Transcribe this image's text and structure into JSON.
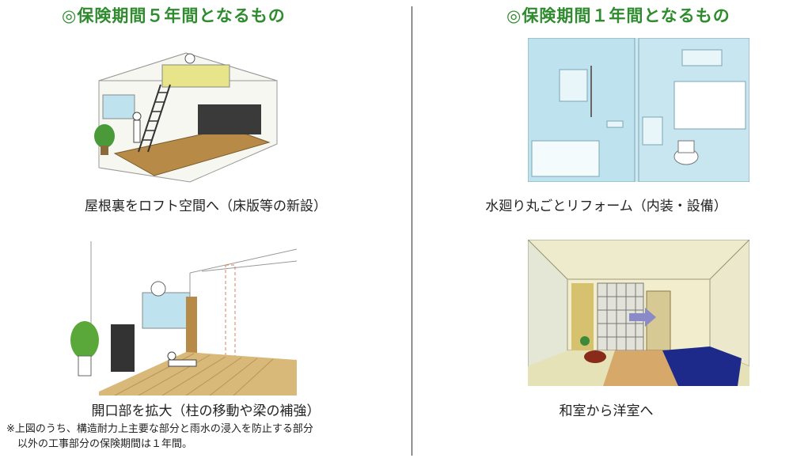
{
  "left": {
    "heading": "◎保険期間５年間となるもの",
    "items": [
      {
        "caption": "屋根裏をロフト空間へ（床版等の新設）"
      },
      {
        "caption": "開口部を拡大（柱の移動や梁の補強）"
      }
    ],
    "note_line1": "※上図のうち、構造耐力上主要な部分と雨水の浸入を防止する部分",
    "note_line2": "以外の工事部分の保険期間は１年間。"
  },
  "right": {
    "heading": "◎保険期間１年間となるもの",
    "items": [
      {
        "caption": "水廻り丸ごとリフォーム（内装・設備）"
      },
      {
        "caption": "和室から洋室へ"
      }
    ]
  },
  "colors": {
    "heading": "#2e8b2e",
    "light_blue": "#bfe3ee",
    "floor_wood": "#b88a47",
    "sofa_blue": "#1e2a8a"
  }
}
